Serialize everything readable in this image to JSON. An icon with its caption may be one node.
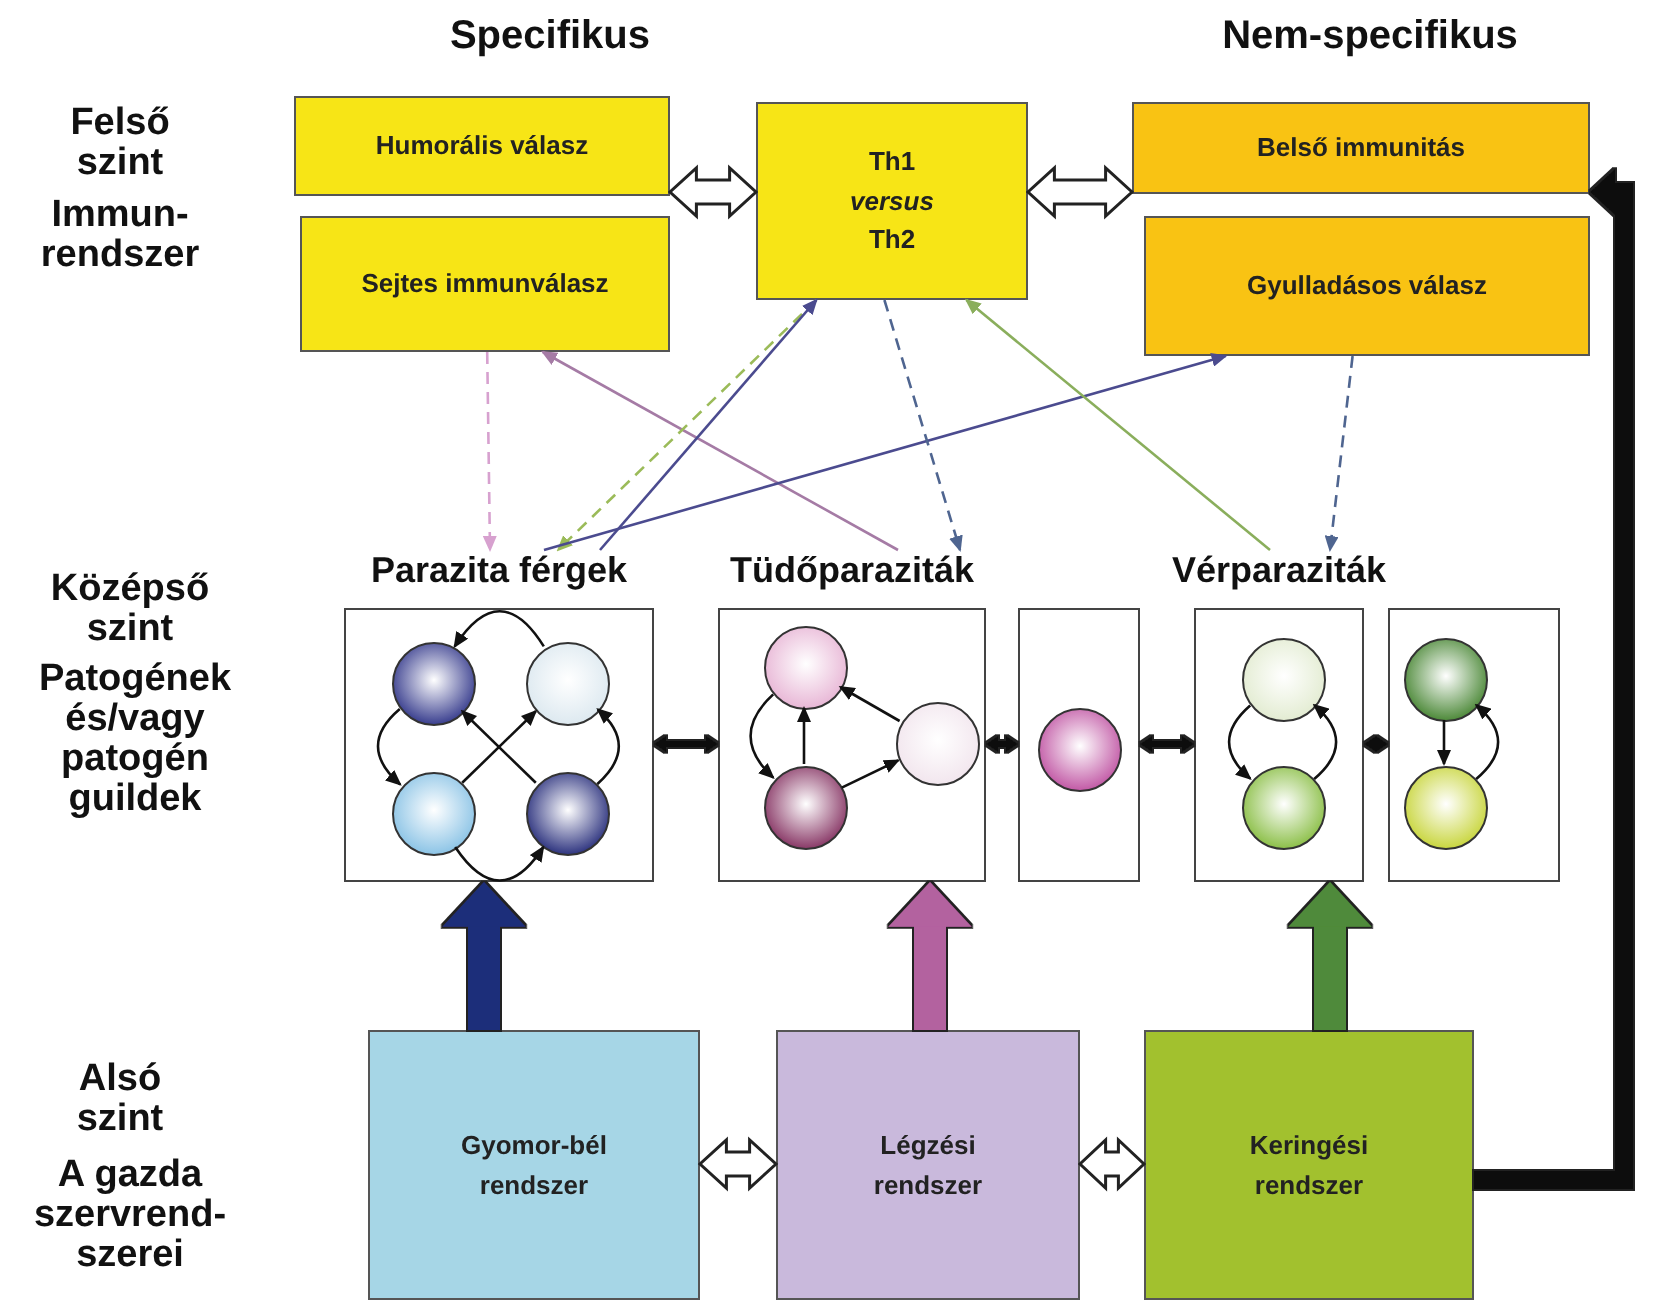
{
  "diagram": {
    "nodes": [
      {
        "text": [
          "Humorális válasz"
        ]
      },
      {
        "text": [
          "Sejtes immunválasz"
        ]
      },
      {
        "text": [
          "Th1 *versus* Th2"
        ]
      },
      {
        "text": [
          "Belső immunitás"
        ]
      },
      {
        "text": [
          "Gyulladásos válasz"
        ]
      },
      {
        "text": [
          "Parazita férgek"
        ]
      },
      {
        "text": [],
        "shape": "circle",
        "in": 5
      },
      {
        "text": [],
        "shape": "circle",
        "in": 5
      },
      {
        "text": [],
        "shape": "circle",
        "in": 5
      },
      {
        "text": [],
        "shape": "circle",
        "in": 5
      },
      {
        "text": [
          "Tüdőparaziták"
        ]
      },
      {
        "text": [],
        "shape": "circle",
        "in": 10
      },
      {
        "text": [],
        "shape": "circle",
        "in": 10
      },
      {
        "text": [],
        "shape": "circle",
        "in": 10
      },
      {
        "text": [],
        "shape": "box"
      },
      {
        "text": [],
        "shape": "circle",
        "in": 14
      },
      {
        "text": [
          "Vérparaziták"
        ]
      },
      {
        "text": [],
        "shape": "circle",
        "in": 16
      },
      {
        "text": [],
        "shape": "circle",
        "in": 16
      },
      {
        "text": [],
        "shape": "box"
      },
      {
        "text": [],
        "shape": "circle",
        "in": 19
      },
      {
        "text": [],
        "shape": "circle",
        "in": 19
      },
      {
        "text": [
          "Gyomor-bél rendszer"
        ]
      },
      {
        "text": [
          "Légzési rendszer"
        ]
      },
      {
        "text": [
          "Keringési rendszer"
        ]
      }
    ],
    "edges": [
      {
        "from": 0,
        "to": 2,
        "arrow": "both",
        "style": "thick",
        "color": "#ffffff"
      },
      {
        "from": 2,
        "to": 3,
        "arrow": "both",
        "style": "thick",
        "color": "#ffffff"
      },
      {
        "from": 1,
        "to": 5,
        "arrow": "to",
        "style": "dashed",
        "color": "#d7a1cf"
      },
      {
        "from": 10,
        "to": 1,
        "arrow": "to",
        "color": "#a57ba5"
      },
      {
        "from": 2,
        "to": 5,
        "arrow": "to",
        "style": "dashed",
        "color": "#9bbb59"
      },
      {
        "from": 5,
        "to": 2,
        "arrow": "to",
        "color": "#4b4b8f"
      },
      {
        "from": 5,
        "to": 4,
        "arrow": "to",
        "color": "#4b4b8f"
      },
      {
        "from": 2,
        "to": 10,
        "arrow": "to",
        "style": "dashed",
        "color": "#4f6590"
      },
      {
        "from": 16,
        "to": 2,
        "arrow": "to",
        "color": "#8aae5c"
      },
      {
        "from": 4,
        "to": 16,
        "arrow": "to",
        "style": "dashed",
        "color": "#4f6590"
      },
      {
        "from": 7,
        "to": 6,
        "arrow": "to"
      },
      {
        "from": 6,
        "to": 8,
        "arrow": "to"
      },
      {
        "from": 8,
        "to": 9,
        "arrow": "to"
      },
      {
        "from": 9,
        "to": 7,
        "arrow": "to"
      },
      {
        "from": 8,
        "to": 7,
        "arrow": "to"
      },
      {
        "from": 9,
        "to": 6,
        "arrow": "to"
      },
      {
        "from": 11,
        "to": 12,
        "arrow": "to"
      },
      {
        "from": 12,
        "to": 11,
        "arrow": "to"
      },
      {
        "from": 12,
        "to": 13,
        "arrow": "to"
      },
      {
        "from": 13,
        "to": 11,
        "arrow": "to"
      },
      {
        "from": 17,
        "to": 18,
        "arrow": "to"
      },
      {
        "from": 18,
        "to": 17,
        "arrow": "to"
      },
      {
        "from": 20,
        "to": 21,
        "arrow": "to"
      },
      {
        "from": 21,
        "to": 20,
        "arrow": "to"
      },
      {
        "from": 5,
        "to": 10,
        "arrow": "both",
        "style": "thick"
      },
      {
        "from": 10,
        "to": 14,
        "arrow": "both",
        "style": "thick"
      },
      {
        "from": 14,
        "to": 16,
        "arrow": "both",
        "style": "thick"
      },
      {
        "from": 16,
        "to": 19,
        "arrow": "both",
        "style": "thick"
      },
      {
        "from": 22,
        "to": 5,
        "arrow": "to",
        "style": "thick",
        "color": "#1f2f7a"
      },
      {
        "from": 23,
        "to": 10,
        "arrow": "to",
        "style": "thick",
        "color": "#b3629f"
      },
      {
        "from": 24,
        "to": 16,
        "arrow": "to",
        "style": "thick",
        "color": "#4f8a3a"
      },
      {
        "from": 22,
        "to": 23,
        "arrow": "both",
        "style": "thick",
        "color": "#ffffff"
      },
      {
        "from": 23,
        "to": 24,
        "arrow": "both",
        "style": "thick",
        "color": "#ffffff"
      },
      {
        "from": 24,
        "to": 3,
        "arrow": "to",
        "style": "thick"
      }
    ],
    "labels": [
      "Specifikus",
      "Nem-specifikus",
      "Felső szint",
      "Immun- rendszer",
      "Középső szint",
      "Patogének és/vagy patogén guildek",
      "Alsó szint",
      "A gazda szervrend- szerei"
    ]
  }
}
